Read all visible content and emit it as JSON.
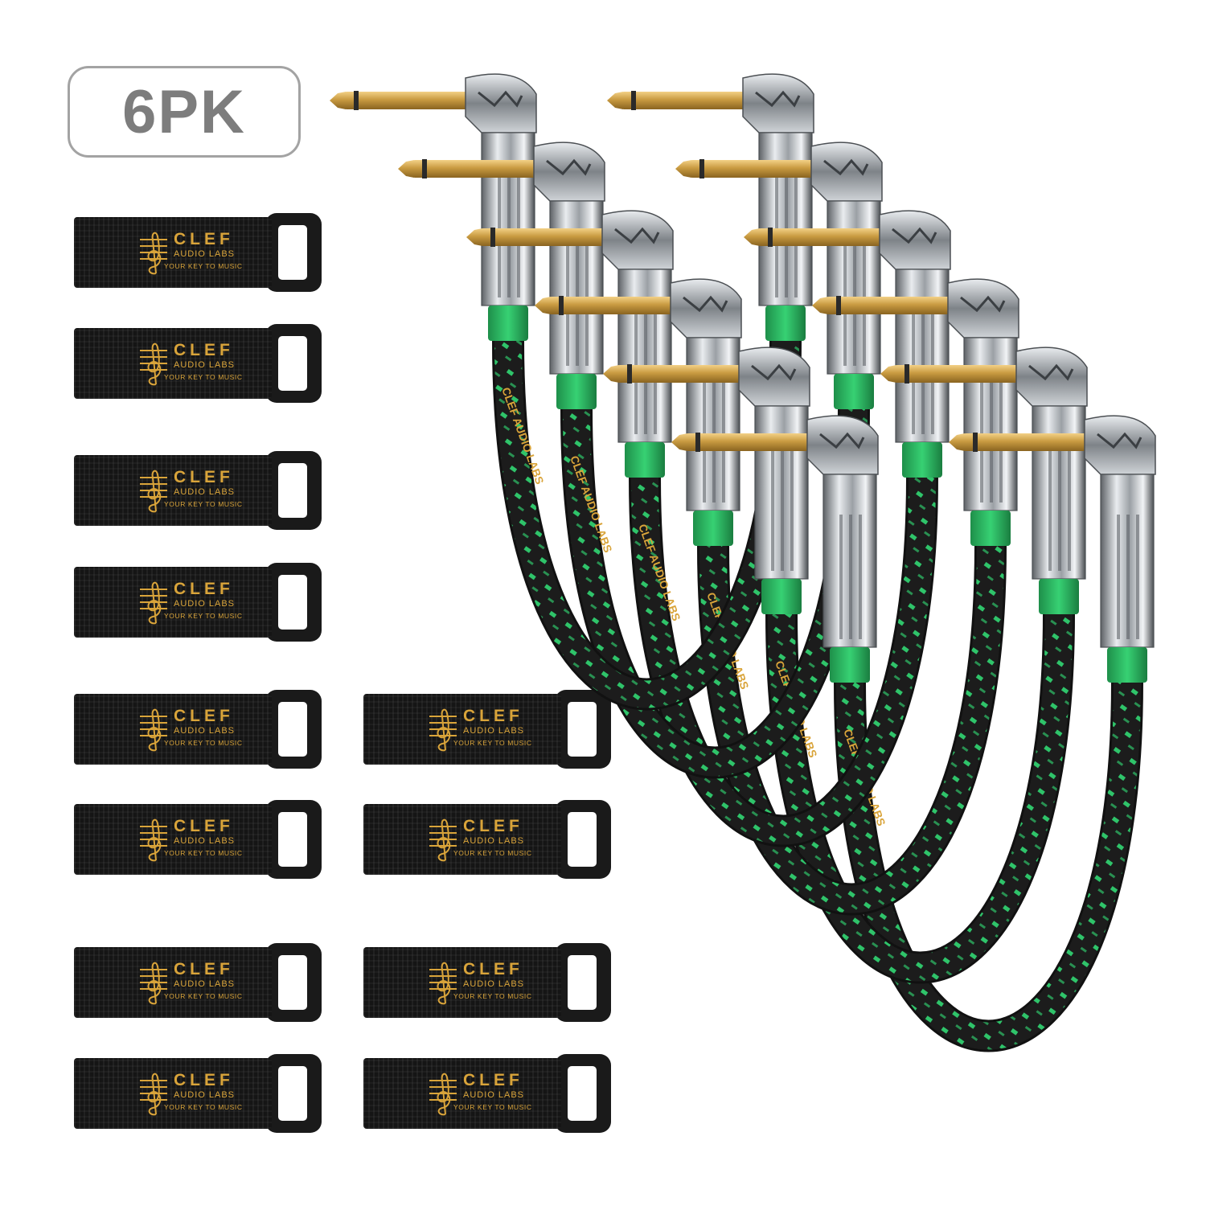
{
  "badge": {
    "label": "6PK"
  },
  "strap_logo": {
    "brand": "CLEF",
    "sub": "AUDIO LABS",
    "tagline": "YOUR KEY TO MUSIC"
  },
  "cable_print": "CLEF AUDIO LABS",
  "colors": {
    "strap": "#151515",
    "logo_gold": "#d9a43a",
    "cable_jacket": "#1c1c1c",
    "cable_accent": "#2fc46a",
    "strain_relief": "#2ec463",
    "plug_tip": "#c79a3e",
    "housing": "#bfc3c7",
    "badge_border": "#a3a3a3",
    "badge_text": "#7d7d7d"
  },
  "contents": {
    "cables": 6,
    "straps": 12
  }
}
